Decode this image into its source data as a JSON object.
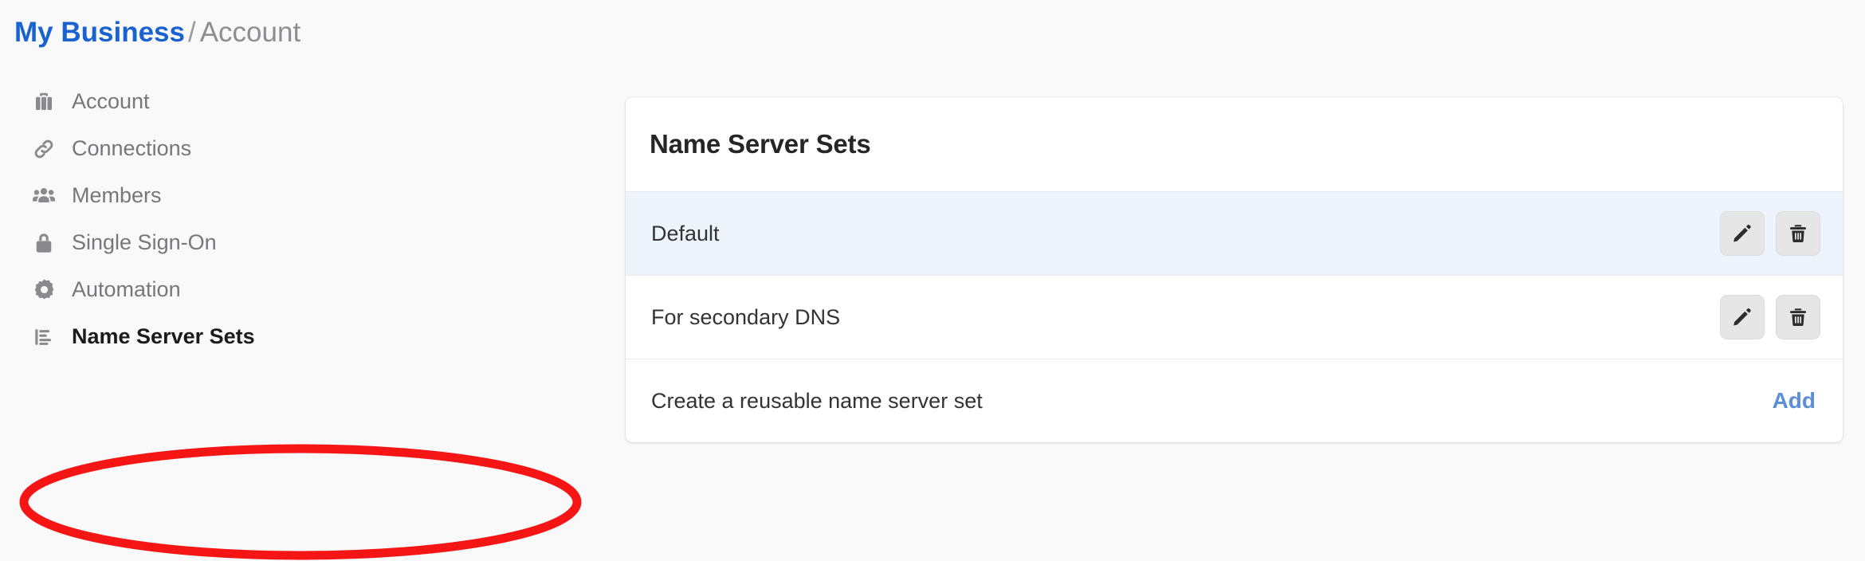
{
  "breadcrumb": {
    "root": "My Business",
    "separator": "/",
    "current": "Account"
  },
  "sidebar": {
    "items": [
      {
        "label": "Account",
        "icon": "briefcase-icon",
        "active": false
      },
      {
        "label": "Connections",
        "icon": "link-icon",
        "active": false
      },
      {
        "label": "Members",
        "icon": "people-icon",
        "active": false
      },
      {
        "label": "Single Sign-On",
        "icon": "lock-icon",
        "active": false
      },
      {
        "label": "Automation",
        "icon": "gear-icon",
        "active": false
      },
      {
        "label": "Name Server Sets",
        "icon": "list-icon",
        "active": true
      }
    ]
  },
  "card": {
    "title": "Name Server Sets",
    "rows": [
      {
        "label": "Default",
        "highlight": true,
        "edit_icon": "pencil-icon",
        "delete_icon": "trash-icon"
      },
      {
        "label": "For secondary DNS",
        "highlight": false,
        "edit_icon": "pencil-icon",
        "delete_icon": "trash-icon"
      }
    ],
    "create_row": {
      "label": "Create a reusable name server set",
      "action_label": "Add"
    }
  },
  "annotation": {
    "shape": "ellipse",
    "color": "#f51515",
    "target": "Name Server Sets"
  },
  "colors": {
    "page_background": "#f9f9fa",
    "link_blue": "#1a62cf",
    "add_blue": "#5b8fd6",
    "row_highlight": "#edf4fc",
    "active_nav_background": "#dededf",
    "annotation_red": "#f51515"
  }
}
